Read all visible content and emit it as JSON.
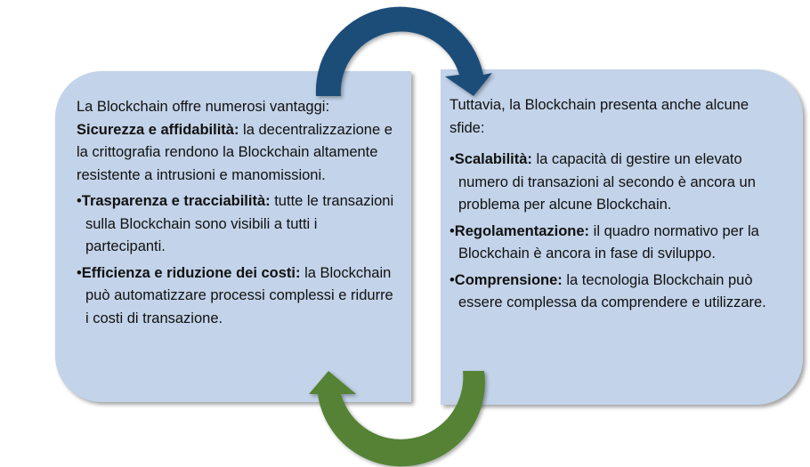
{
  "left": {
    "intro": "La Blockchain offre numerosi vantaggi:",
    "items": [
      {
        "bullet": "",
        "title": "Sicurezza e affidabilità:",
        "text": " la decentralizzazione e la crittografia rendono la Blockchain altamente resistente a intrusioni e manomissioni."
      },
      {
        "bullet": "•",
        "title": "Trasparenza e tracciabilità:",
        "text": " tutte le transazioni sulla Blockchain sono visibili a tutti i partecipanti."
      },
      {
        "bullet": "•",
        "title": "Efficienza e riduzione dei costi:",
        "text": " la Blockchain può automatizzare processi complessi e ridurre i costi di transazione."
      }
    ]
  },
  "right": {
    "intro": "Tuttavia, la Blockchain presenta anche alcune sfide:",
    "items": [
      {
        "bullet": "•",
        "title": "Scalabilità:",
        "text": " la capacità di gestire un elevato numero di transazioni al secondo è ancora un problema per alcune Blockchain."
      },
      {
        "bullet": "•",
        "title": "Regolamentazione:",
        "text": " il quadro normativo per la Blockchain è ancora in fase di sviluppo."
      },
      {
        "bullet": "•",
        "title": "Comprensione:",
        "text": " la tecnologia Blockchain può essere complessa da comprendere e utilizzare."
      }
    ]
  },
  "colors": {
    "box": "#c3d3e9",
    "top_arrow": "#1f4e79",
    "bottom_arrow": "#548235"
  }
}
